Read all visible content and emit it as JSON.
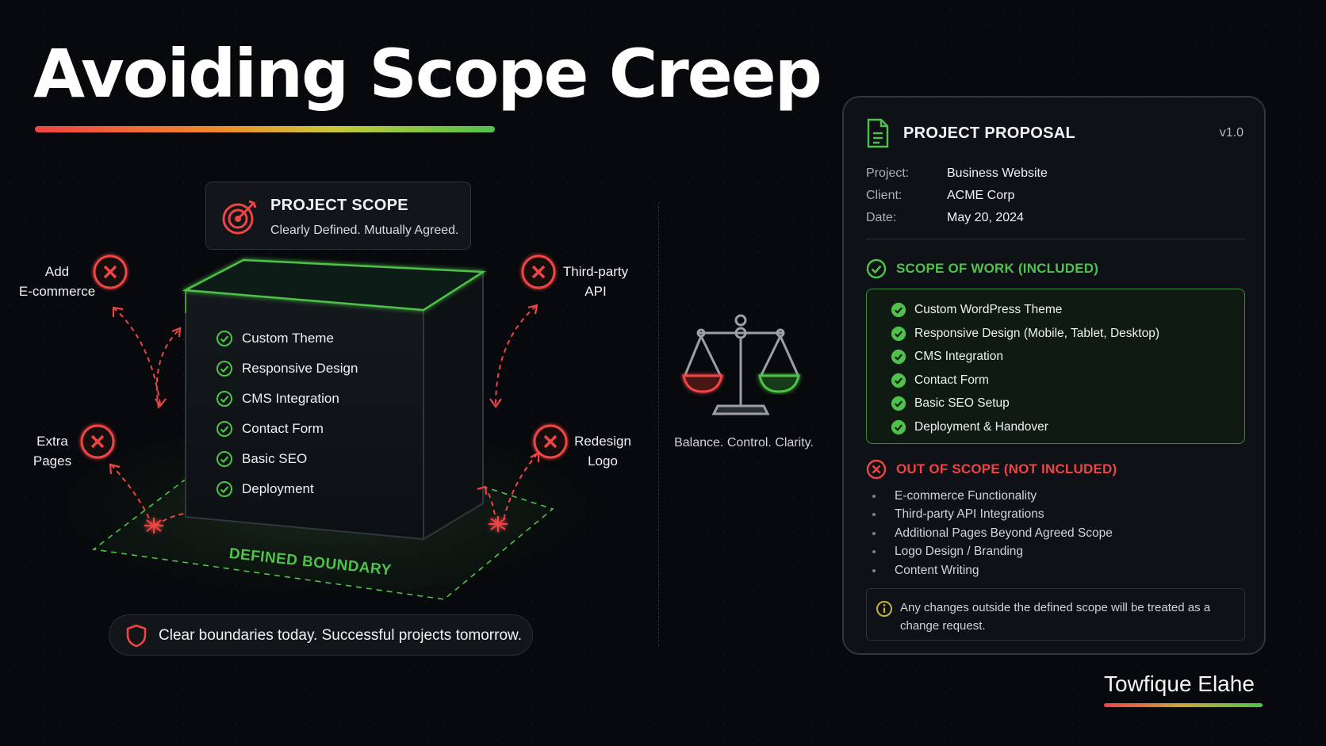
{
  "title": "Avoiding Scope Creep",
  "scope_card": {
    "title": "PROJECT SCOPE",
    "subtitle": "Clearly Defined. Mutually Agreed.",
    "icon": "target-icon"
  },
  "box_items": [
    "Custom Theme",
    "Responsive Design",
    "CMS Integration",
    "Contact Form",
    "Basic SEO",
    "Deployment"
  ],
  "creep_requests": {
    "top_left": [
      "Add",
      "E-commerce"
    ],
    "bottom_left": [
      "Extra",
      "Pages"
    ],
    "top_right": [
      "Third-party",
      "API"
    ],
    "bottom_right": [
      "Redesign",
      "Logo"
    ]
  },
  "boundary_label": "DEFINED BOUNDARY",
  "tagline": "Clear boundaries today. Successful projects tomorrow.",
  "balance_text": "Balance. Control. Clarity.",
  "proposal": {
    "title": "PROJECT PROPOSAL",
    "version": "v1.0",
    "meta": [
      {
        "key": "Project:",
        "value": "Business Website"
      },
      {
        "key": "Client:",
        "value": "ACME Corp"
      },
      {
        "key": "Date:",
        "value": "May 20, 2024"
      }
    ],
    "included_heading": "SCOPE OF WORK (INCLUDED)",
    "included": [
      "Custom WordPress Theme",
      "Responsive Design (Mobile, Tablet, Desktop)",
      "CMS Integration",
      "Contact Form",
      "Basic SEO Setup",
      "Deployment & Handover"
    ],
    "excluded_heading": "OUT OF SCOPE (NOT INCLUDED)",
    "excluded": [
      "E-commerce Functionality",
      "Third-party API Integrations",
      "Additional Pages Beyond Agreed Scope",
      "Logo Design / Branding",
      "Content Writing"
    ],
    "note": "Any changes outside the defined scope will be treated as a change request."
  },
  "author": "Towfique Elahe",
  "colors": {
    "accent_green": "#4ec24a",
    "accent_red": "#ef4444",
    "background": "#07090c"
  }
}
